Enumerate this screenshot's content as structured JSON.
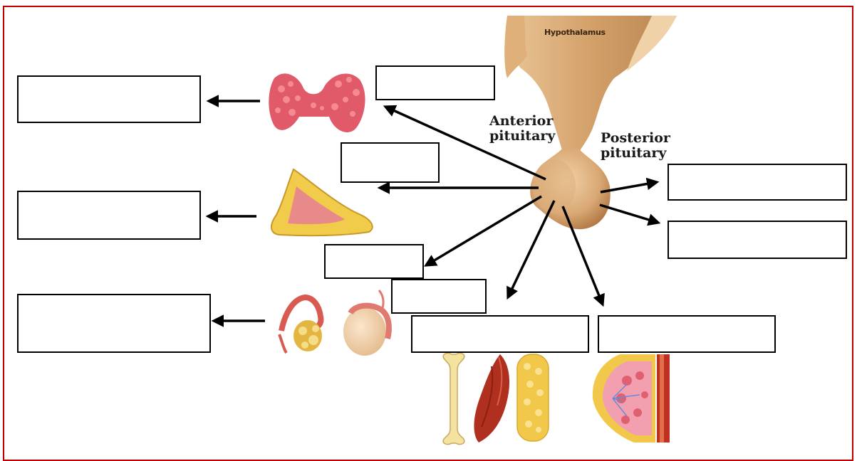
{
  "labels": {
    "hypothalamus": "Hypothalamus",
    "anterior_pituitary": "Anterior\npituitary",
    "posterior_pituitary": "Posterior\npituitary"
  },
  "colors": {
    "frame": "#c00000",
    "gland_tan": "#d9a874",
    "gland_shadow": "#b07a45",
    "thyroid_pink": "#e05a6a",
    "adrenal_yellow": "#f0cc4a",
    "adrenal_inner": "#e88a8a",
    "muscle_red": "#b03020",
    "bone": "#f4e2a0",
    "fat_yellow": "#f2c84a",
    "breast_pink": "#f2a0b0",
    "arrow": "#000000"
  },
  "icons": [
    "thyroid-icon",
    "adrenal-gland-icon",
    "ovary-icon",
    "testis-icon",
    "bone-icon",
    "muscle-icon",
    "adipose-tissue-icon",
    "mammary-gland-icon"
  ]
}
